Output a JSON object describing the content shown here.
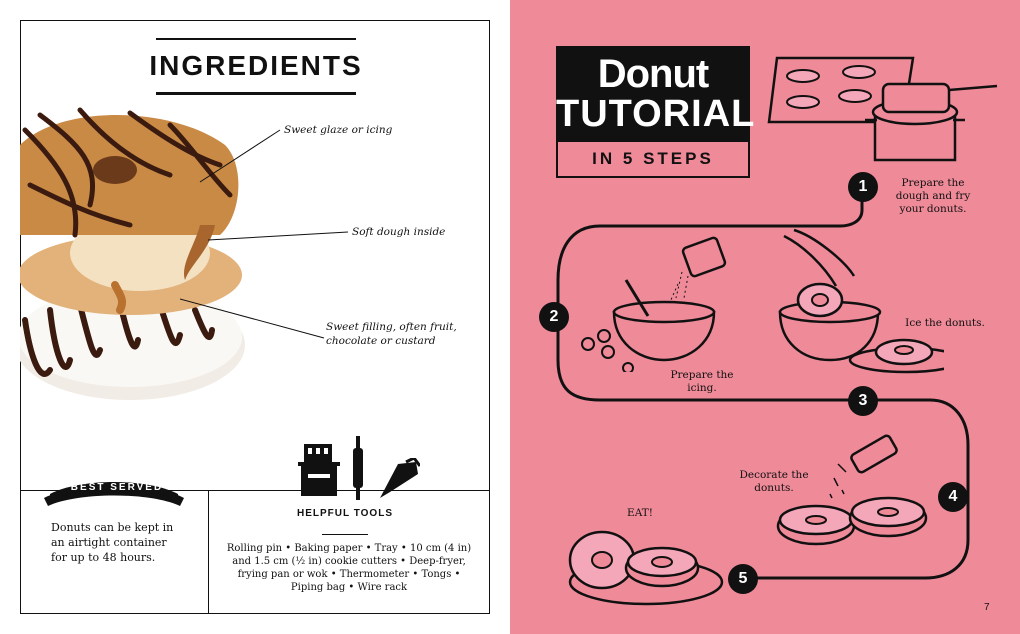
{
  "left_page": {
    "title": "INGREDIENTS",
    "labels": {
      "glaze": "Sweet glaze or icing",
      "dough": "Soft dough inside",
      "filling_line1": "Sweet filling, often fruit,",
      "filling_line2": "chocolate or custard"
    },
    "best_served": {
      "heading": "BEST SERVED",
      "text": "Donuts can be kept in an airtight container for up to 48 hours."
    },
    "helpful_tools": {
      "heading": "HELPFUL TOOLS",
      "text": "Rolling pin • Baking paper • Tray • 10 cm (4 in) and 1.5 cm (½ in) cookie cutters • Deep-fryer, frying pan or wok • Thermometer • Tongs • Piping bag • Wire rack"
    }
  },
  "right_page": {
    "title_word1": "Donut",
    "title_word2": "TUTORIAL",
    "subtitle": "IN 5 STEPS",
    "steps": [
      {
        "number": "1",
        "text_line1": "Prepare the",
        "text_line2": "dough and fry",
        "text_line3": "your donuts."
      },
      {
        "number": "2",
        "text_line1": "Prepare the",
        "text_line2": "icing."
      },
      {
        "number": "3",
        "text_line1": "Ice the donuts."
      },
      {
        "number": "4",
        "text_line1": "Decorate the",
        "text_line2": "donuts."
      },
      {
        "number": "5",
        "text_line1": "EAT!"
      }
    ],
    "page_number": "7"
  },
  "colors": {
    "tutorial_background": "#ef8a99",
    "ink": "#111111",
    "icing_pink": "#f4a7b9",
    "caramel": "#c98a45",
    "chocolate": "#4a2414"
  }
}
